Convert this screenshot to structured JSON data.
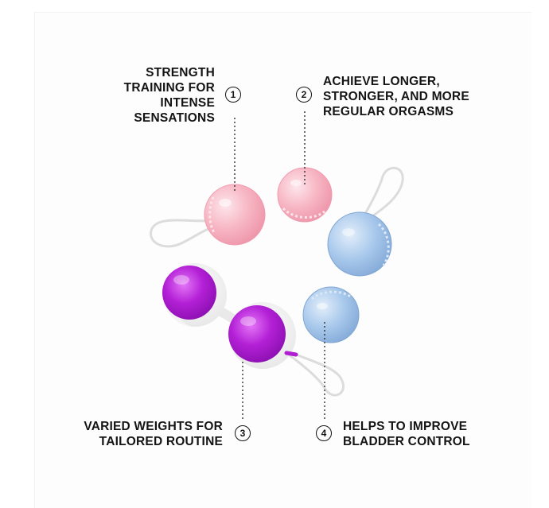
{
  "callouts": [
    {
      "number": "1",
      "lines": [
        "STRENGTH",
        "TRAINING FOR",
        "INTENSE",
        "SENSATIONS"
      ]
    },
    {
      "number": "2",
      "lines": [
        "ACHIEVE LONGER,",
        "STRONGER, AND MORE",
        "REGULAR ORGASMS"
      ]
    },
    {
      "number": "3",
      "lines": [
        "VARIED WEIGHTS FOR",
        "TAILORED ROUTINE"
      ]
    },
    {
      "number": "4",
      "lines": [
        "HELPS TO IMPROVE",
        "BLADDER CONTROL"
      ]
    }
  ],
  "colors": {
    "pink": "#f7b6c3",
    "blue": "#9fc3e8",
    "purple": "#b01fd2",
    "text": "#141414"
  },
  "illustration": [
    "pink-ball-large",
    "pink-ball-small",
    "blue-ball-large",
    "blue-ball-small",
    "purple-ball-pair",
    "retrieval-loop"
  ]
}
